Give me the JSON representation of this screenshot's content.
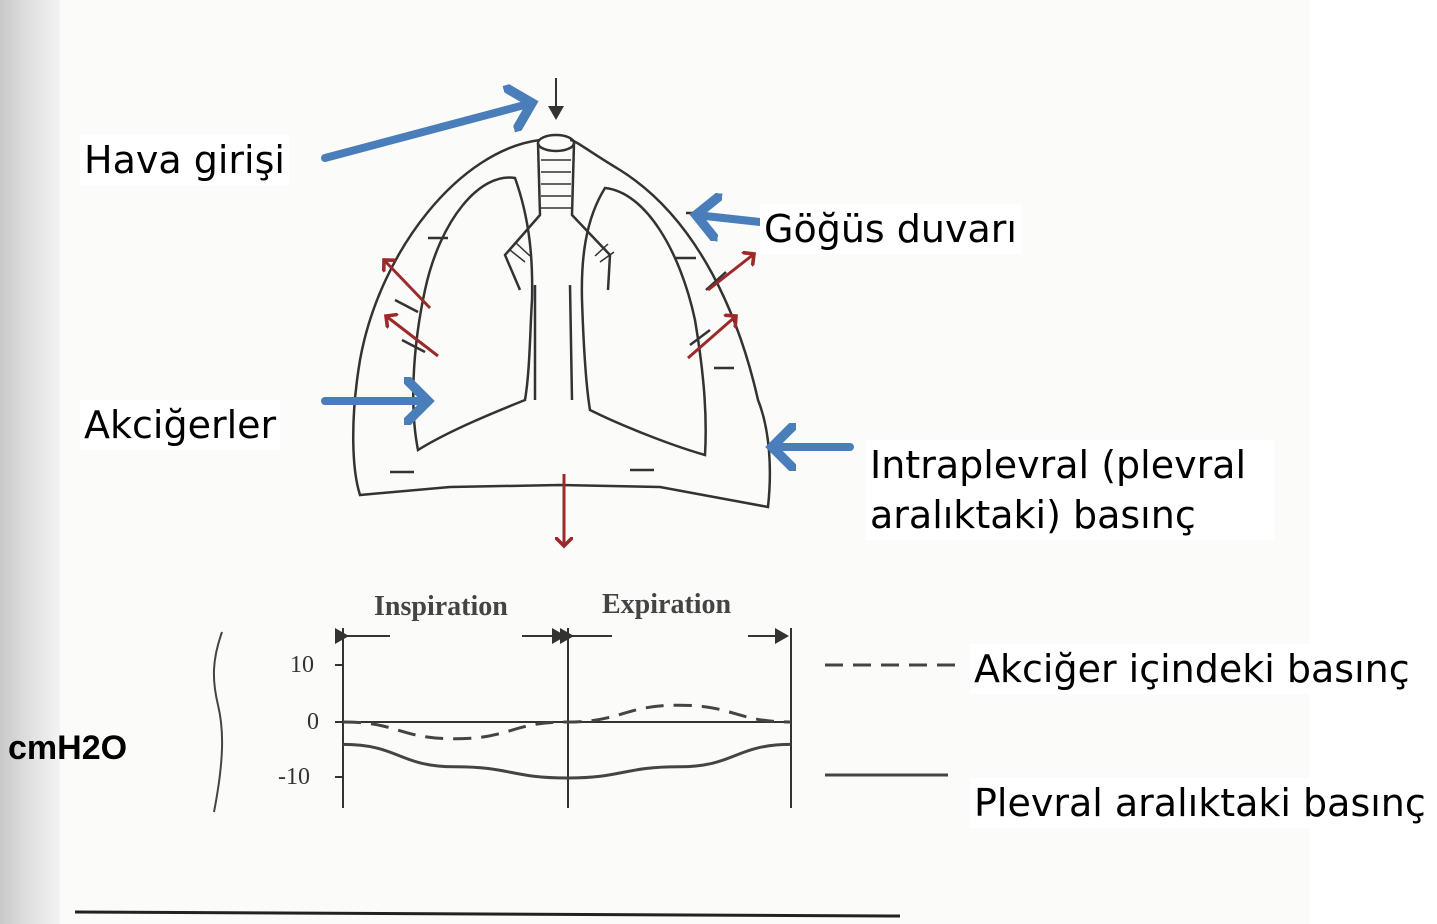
{
  "labels": {
    "air_inlet": "Hava girişi",
    "chest_wall": "Göğüs duvarı",
    "lungs": "Akciğerler",
    "intrapleural": "Intraplevral (plevral aralıktaki) basınç"
  },
  "chart": {
    "unit": "cmH2O",
    "phases": {
      "inspiration": "Inspiration",
      "expiration": "Expiration"
    },
    "y_ticks": [
      "10",
      "0",
      "-10"
    ],
    "legend": {
      "alveolar": "Akciğer içindeki basınç",
      "pleural": "Plevral aralıktaki basınç"
    }
  },
  "chart_data": {
    "type": "line",
    "xlabel": "",
    "ylabel": "cmH2O",
    "ylim": [
      -15,
      15
    ],
    "phases": [
      "Inspiration",
      "Expiration"
    ],
    "series": [
      {
        "name": "Akciğer içindeki basınç",
        "style": "dashed",
        "x": [
          0,
          0.25,
          0.5,
          0.75,
          1.0
        ],
        "y": [
          0,
          -3,
          0,
          3,
          0
        ]
      },
      {
        "name": "Plevral aralıktaki basınç",
        "style": "solid",
        "x": [
          0,
          0.25,
          0.5,
          0.75,
          1.0
        ],
        "y": [
          -4,
          -8,
          -10,
          -8,
          -4
        ]
      }
    ]
  },
  "colors": {
    "blue_arrow": "#4a7ebb",
    "red_arrow": "#9b2a2a",
    "ink": "#333333"
  }
}
